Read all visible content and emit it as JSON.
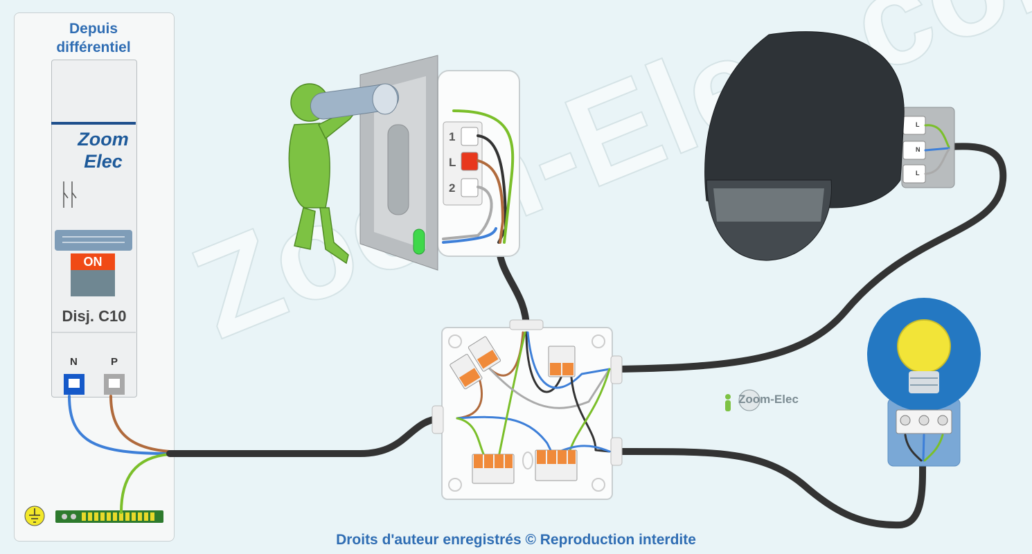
{
  "panel": {
    "title_line1": "Depuis",
    "title_line2": "différentiel"
  },
  "breaker": {
    "brand_line1": "Zoom",
    "brand_line2": "Elec",
    "state": "ON",
    "rating": "Disj. C10",
    "terminal_n": "N",
    "terminal_p": "P"
  },
  "switch": {
    "terminal_1": "1",
    "terminal_l": "L",
    "terminal_2": "2"
  },
  "detector": {
    "terminal_top": "L",
    "terminal_mid": "N",
    "terminal_bot": "L"
  },
  "logo": {
    "text": "Zoom-Elec"
  },
  "watermark": {
    "text": "Zoom-Elec.com"
  },
  "footer": {
    "copyright": "Droits d'auteur enregistrés © Reproduction interdite"
  },
  "colors": {
    "title": "#2f6db3",
    "neutral_wire": "#3d7fd8",
    "phase_wire": "#b06a3c",
    "earth_wire": "#7bbf2a",
    "cable_sheath": "#333333",
    "on_indicator": "#f04a16",
    "lamp": "#f2e438",
    "lamp_bg": "#2478c2"
  }
}
